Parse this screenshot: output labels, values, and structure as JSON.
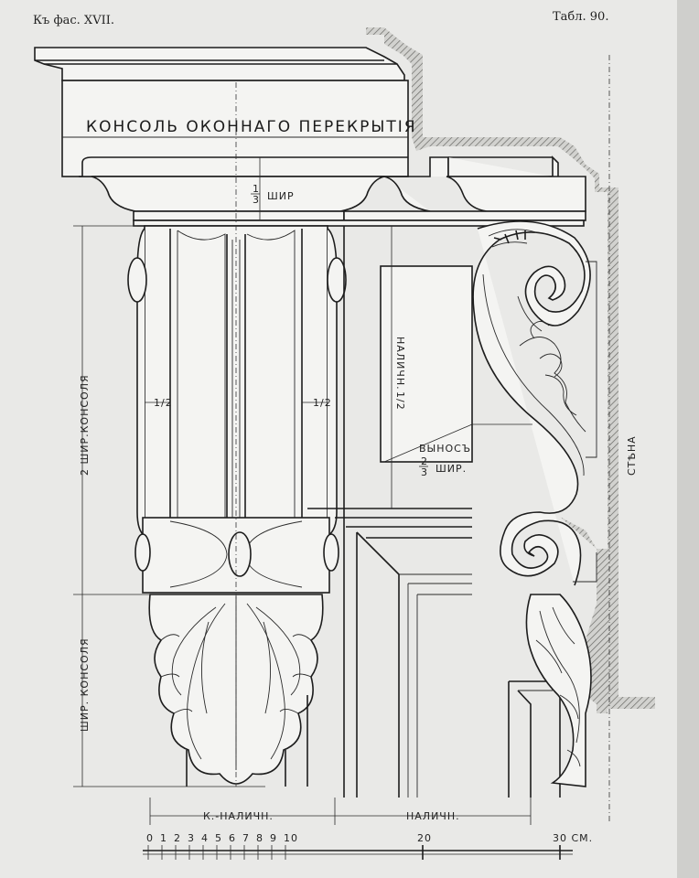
{
  "header": {
    "left": "Къ фас. XVII.",
    "right": "Табл. 90."
  },
  "title": "КОНСОЛЬ ОКОННАГО ПЕРЕКРЫТІЯ",
  "labels": {
    "third_width_num": "1",
    "third_width_den": "3",
    "third_width_word": "ШИР",
    "nalichn_vertical": "НАЛИЧН.",
    "nalichn_half": "1/2",
    "vynos_word": "ВЫНОСЪ",
    "vynos_num": "2",
    "vynos_den": "3",
    "vynos_shir": "ШИР.",
    "wall": "СТѢНА",
    "two_width_console": "2 ШИР.КОНСОЛЯ",
    "width_console": "ШИР. КОНСОЛЯ",
    "half_left": "1/2",
    "half_right": "1/2",
    "k_nalichn": "К.-НАЛИЧН.",
    "nalichn_bottom": "НАЛИЧН."
  },
  "scale": {
    "ticks": [
      "0",
      "1",
      "2",
      "3",
      "4",
      "5",
      "6",
      "7",
      "8",
      "9",
      "10"
    ],
    "mid": "20",
    "end": "30 СМ."
  }
}
